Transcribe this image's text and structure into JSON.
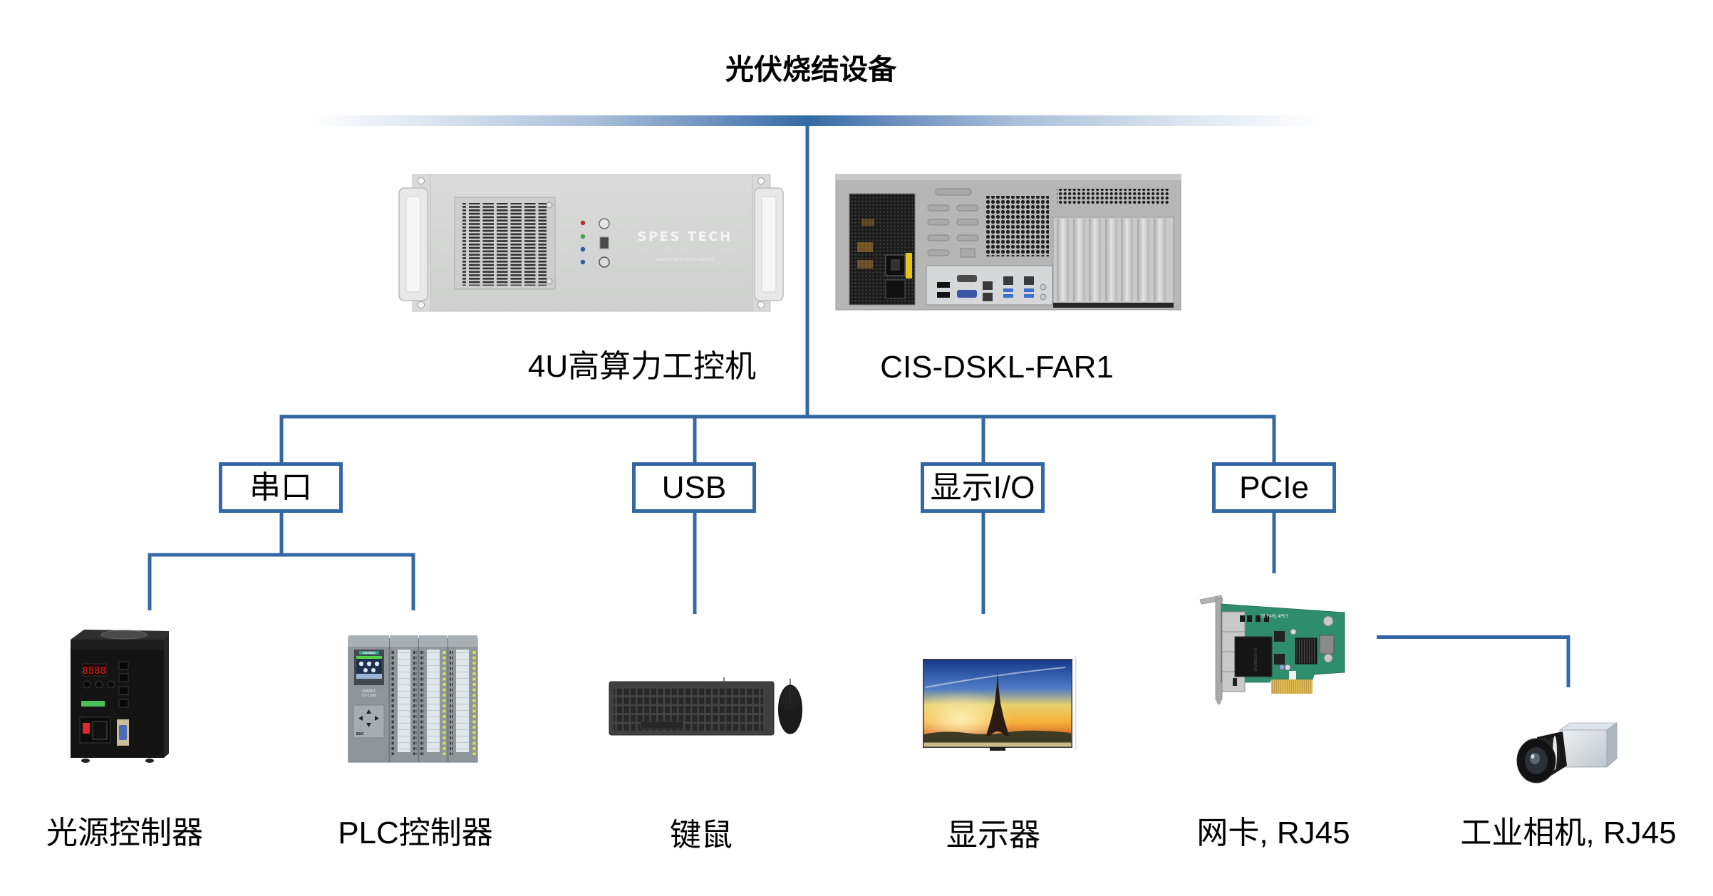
{
  "title": "光伏烧结设备",
  "colors": {
    "line": "#3468a5",
    "text": "#000000",
    "background": "#ffffff"
  },
  "controllers": [
    {
      "label": "4U高算力工控机",
      "image": "industrial-pc-front-photo",
      "brand_text": "SPES TECH",
      "tagline_text": "LEAPING WITH INTELLIGENCE"
    },
    {
      "label": "CIS-DSKL-FAR1",
      "image": "industrial-pc-rear-photo"
    }
  ],
  "interfaces": [
    {
      "label": "串口",
      "devices": [
        {
          "label": "光源控制器",
          "image": "light-source-controller-photo",
          "display_text": "8888"
        },
        {
          "label": "PLC控制器",
          "image": "plc-photo",
          "brand_text": "SIEMENS",
          "model_line1": "SIMATIC",
          "model_line2": "S7-1500",
          "key_text": "ESC"
        }
      ]
    },
    {
      "label": "USB",
      "devices": [
        {
          "label": "键鼠",
          "image": "keyboard-mouse-photo"
        }
      ]
    },
    {
      "label": "显示I/O",
      "devices": [
        {
          "label": "显示器",
          "image": "monitor-photo"
        }
      ]
    },
    {
      "label": "PCIe",
      "devices": [
        {
          "label": "网卡, RJ45",
          "image": "network-card-photo",
          "board_text": "TB.F4RJ.4PE3",
          "chip_text": "DG88503 G",
          "downstream": {
            "label": "工业相机, RJ45",
            "image": "industrial-camera-photo"
          }
        }
      ]
    }
  ]
}
